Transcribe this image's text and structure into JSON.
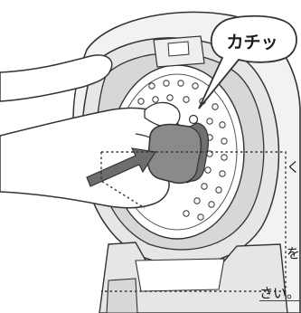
{
  "callout": {
    "text": "カチッ"
  },
  "note": {
    "line_1": "く",
    "line_2": "を",
    "line_3": "さい。"
  },
  "colors": {
    "outline": "#333333",
    "cover_gray": "#d7d7d7",
    "lid_gray": "#e6e6e6",
    "button_gray": "#8a8a8a",
    "arrow_gray": "#6d6d6d",
    "white": "#ffffff"
  }
}
